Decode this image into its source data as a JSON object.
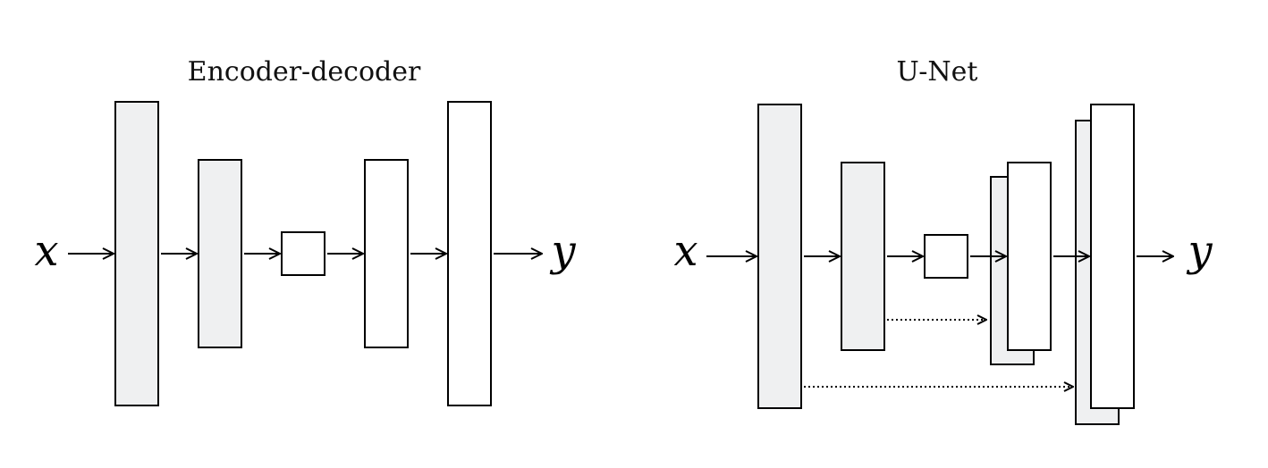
{
  "colors": {
    "encoder_fill": "#eff0f1",
    "decoder_fill": "#ffffff",
    "stroke": "#000000"
  },
  "encoder_decoder": {
    "title": "Encoder-decoder",
    "input_label": "x",
    "output_label": "y",
    "blocks": [
      "encoder-block-1",
      "encoder-block-2",
      "bottleneck-block",
      "decoder-block-1",
      "decoder-block-2"
    ]
  },
  "unet": {
    "title": "U-Net",
    "input_label": "x",
    "output_label": "y",
    "blocks": [
      "encoder-block-1",
      "encoder-block-2",
      "bottleneck-block",
      "decoder-block-1",
      "decoder-block-2"
    ],
    "skip_connections": [
      "skip-connection-1",
      "skip-connection-2"
    ]
  }
}
